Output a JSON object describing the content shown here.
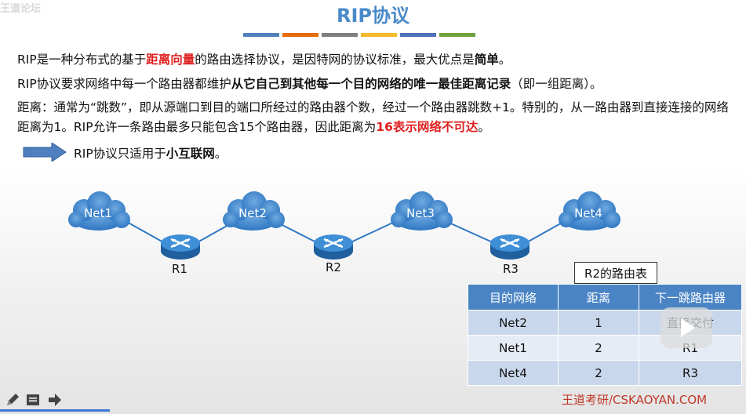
{
  "watermark_top": "王道论坛",
  "title": "RIP协议",
  "title_bar_colors": [
    "#4f81bd",
    "#e46c0a",
    "#7f7f7f",
    "#f6bb2a",
    "#4f6fb8",
    "#70a041"
  ],
  "para1": {
    "prefix": "RIP是一种分布式的基于",
    "highlight": "距离向量",
    "middle": "的路由选择协议，是因特网的协议标准，最大优点是",
    "bold": "简单",
    "suffix": "。"
  },
  "para2": {
    "prefix": "RIP协议要求网络中每一个路由器都维护",
    "bold": "从它自己到其他每一个目的网络的唯一最佳距离记录",
    "suffix": "（即一组距离）。"
  },
  "para3": {
    "prefix": "距离：通常为“跳数”，即从源端口到目的端口所经过的路由器个数，经过一个路由器跳数+1。特别的，从一路由器到直接连接的网络距离为1。RIP允许一条路由最多只能包含15个路由器，因此距离为",
    "highlight": "16表示网络不可达",
    "suffix": "。"
  },
  "arrow_note": {
    "prefix": "RIP协议只适用于",
    "bold": "小互联网",
    "suffix": "。"
  },
  "network": {
    "nets": [
      "Net1",
      "Net2",
      "Net3",
      "Net4"
    ],
    "routers": [
      "R1",
      "R2",
      "R3"
    ],
    "cloud_color": "#4a8ed1",
    "router_color": "#2e7fc6"
  },
  "routing_table": {
    "caption": "R2的路由表",
    "headers": [
      "目的网络",
      "距离",
      "下一跳路由器"
    ],
    "rows": [
      [
        "Net2",
        "1",
        "直接交付"
      ],
      [
        "Net1",
        "2",
        "R1"
      ],
      [
        "Net4",
        "2",
        "R3"
      ]
    ]
  },
  "watermark_bottom": "王道考研/CSKAOYAN.COM"
}
